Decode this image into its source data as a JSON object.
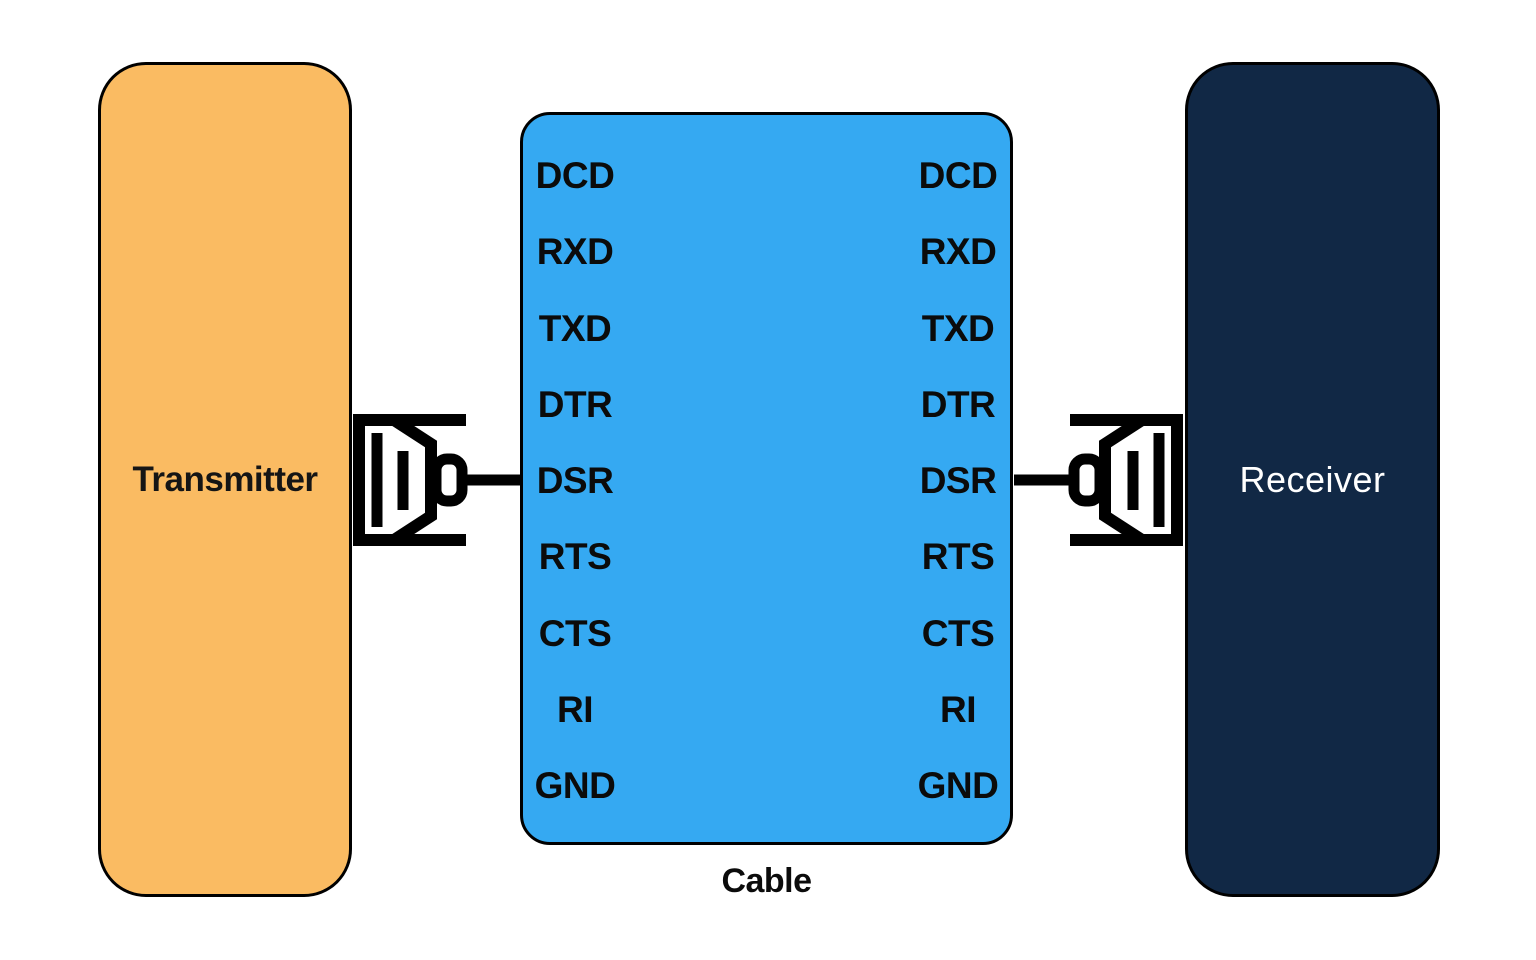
{
  "diagram": {
    "transmitter": {
      "label": "Transmitter"
    },
    "receiver": {
      "label": "Receiver"
    },
    "cable": {
      "caption": "Cable",
      "pins_left": [
        "DCD",
        "RXD",
        "TXD",
        "DTR",
        "DSR",
        "RTS",
        "CTS",
        "RI",
        "GND"
      ],
      "pins_right": [
        "DCD",
        "RXD",
        "TXD",
        "DTR",
        "DSR",
        "RTS",
        "CTS",
        "RI",
        "GND"
      ]
    },
    "icons": {
      "left": "serial-connector-icon",
      "right": "serial-connector-icon"
    },
    "colors": {
      "background": "#FFFFFF",
      "transmitter": "#FABB62",
      "cable": "#35A9F2",
      "receiver": "#112845",
      "outline": "#000000",
      "label_text": "#151515",
      "receiver_text": "#FFFFFF"
    }
  }
}
